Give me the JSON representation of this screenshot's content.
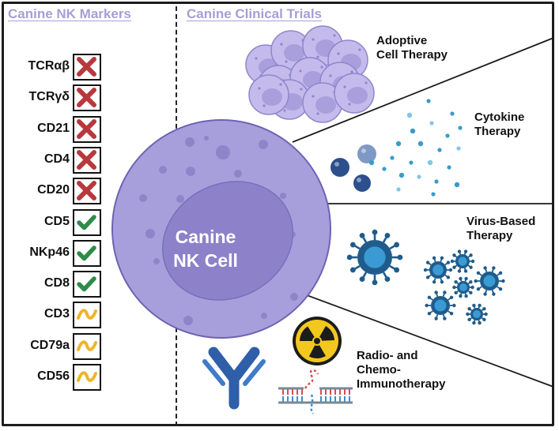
{
  "headings": {
    "markers": "Canine NK Markers",
    "trials": "Canine Clinical Trials"
  },
  "markers": [
    {
      "label": "TCRαβ",
      "status": "negative"
    },
    {
      "label": "TCRγδ",
      "status": "negative"
    },
    {
      "label": "CD21",
      "status": "negative"
    },
    {
      "label": "CD4",
      "status": "negative"
    },
    {
      "label": "CD20",
      "status": "negative"
    },
    {
      "label": "CD5",
      "status": "positive"
    },
    {
      "label": "NKp46",
      "status": "positive"
    },
    {
      "label": "CD8",
      "status": "positive"
    },
    {
      "label": "CD3",
      "status": "variable"
    },
    {
      "label": "CD79a",
      "status": "variable"
    },
    {
      "label": "CD56",
      "status": "variable"
    }
  ],
  "cell": {
    "line1": "Canine",
    "line2": "NK Cell"
  },
  "therapies": {
    "adoptive": {
      "line1": "Adoptive",
      "line2": "Cell Therapy"
    },
    "cytokine": {
      "line1": "Cytokine",
      "line2": "Therapy"
    },
    "virus": {
      "line1": "Virus-Based",
      "line2": "Therapy"
    },
    "radio": {
      "line1": "Radio- and",
      "line2": "Chemo-",
      "line3": "Immunotherapy"
    }
  },
  "colors": {
    "heading": "#a59fd6",
    "cell_outer": "#a79fdc",
    "cell_inner": "#8d82c9",
    "negative": "#b8393d",
    "positive": "#2e8b4a",
    "variable": "#f0b429",
    "virus": "#1f5c8c",
    "cytokine": "#3a9bc8"
  },
  "icons": {
    "negative": "red-x-icon",
    "positive": "green-check-icon",
    "variable": "yellow-tilde-icon",
    "radiation": "radiation-trefoil-icon",
    "antibody": "antibody-icon",
    "dna": "dna-ladder-icon"
  }
}
